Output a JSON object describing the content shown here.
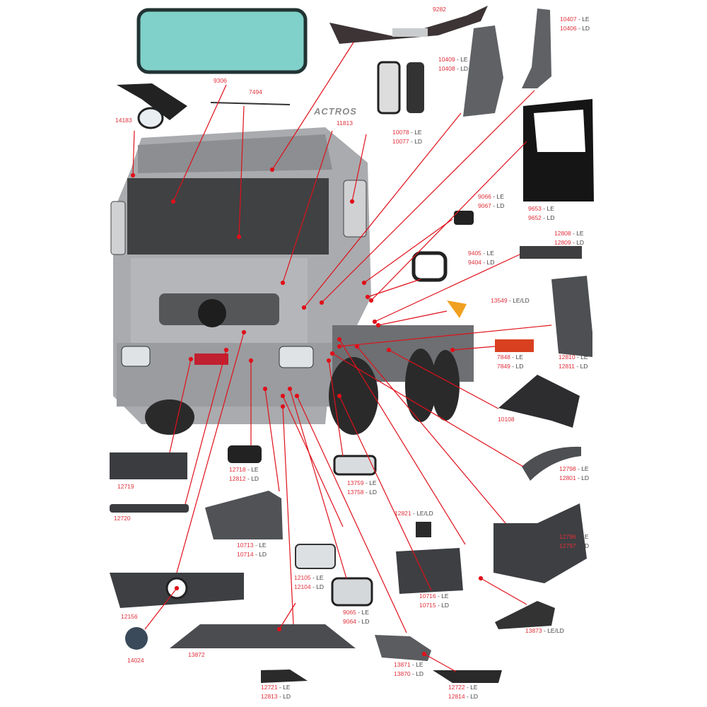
{
  "brand_logo": "ACTROS",
  "colors": {
    "label_code": "#e0303a",
    "leader_line": "#e0101a",
    "part": "#4a4c50",
    "cab": "#a9abae"
  },
  "labels": [
    {
      "id": "windshield",
      "lines": [
        {
          "code": "9306",
          "side": ""
        }
      ]
    },
    {
      "id": "sun-visor",
      "lines": [
        {
          "code": "9282",
          "side": ""
        }
      ]
    },
    {
      "id": "wiper-blade",
      "lines": [
        {
          "code": "7494",
          "side": ""
        }
      ]
    },
    {
      "id": "wide-angle-mirror",
      "lines": [
        {
          "code": "14183",
          "side": ""
        }
      ]
    },
    {
      "id": "actros-emblem",
      "lines": [
        {
          "code": "11813",
          "side": ""
        }
      ]
    },
    {
      "id": "rear-view-mirror",
      "lines": [
        {
          "code": "10078",
          "side": " - LE"
        },
        {
          "code": "10077",
          "side": " - LD"
        }
      ]
    },
    {
      "id": "corner-deflector-upper",
      "lines": [
        {
          "code": "10409",
          "side": " - LE"
        },
        {
          "code": "10408",
          "side": " - LD"
        }
      ]
    },
    {
      "id": "corner-deflector",
      "lines": [
        {
          "code": "10407",
          "side": " - LE"
        },
        {
          "code": "10406",
          "side": " - LD"
        }
      ]
    },
    {
      "id": "door-handle",
      "lines": [
        {
          "code": "9066",
          "side": " - LE"
        },
        {
          "code": "9067",
          "side": " - LD"
        }
      ]
    },
    {
      "id": "door",
      "lines": [
        {
          "code": "9653",
          "side": " - LE"
        },
        {
          "code": "9652",
          "side": " - LD"
        }
      ]
    },
    {
      "id": "door-trim",
      "lines": [
        {
          "code": "12808",
          "side": " - LE"
        },
        {
          "code": "12809",
          "side": " - LD"
        }
      ]
    },
    {
      "id": "window-frame",
      "lines": [
        {
          "code": "9405",
          "side": " - LE"
        },
        {
          "code": "9404",
          "side": " - LD"
        }
      ]
    },
    {
      "id": "side-marker-lamp",
      "lines": [
        {
          "code": "13549",
          "side": " - LE/LD"
        }
      ]
    },
    {
      "id": "tail-lamp",
      "lines": [
        {
          "code": "7848",
          "side": " - LE"
        },
        {
          "code": "7849",
          "side": " - LD"
        }
      ]
    },
    {
      "id": "mudguard",
      "lines": [
        {
          "code": "12810",
          "side": " - LE"
        },
        {
          "code": "12811",
          "side": " - LD"
        }
      ]
    },
    {
      "id": "battery-cover",
      "lines": [
        {
          "code": "10108",
          "side": ""
        }
      ]
    },
    {
      "id": "fender-arch",
      "lines": [
        {
          "code": "12798",
          "side": " - LE"
        },
        {
          "code": "12801",
          "side": " - LD"
        }
      ]
    },
    {
      "id": "plate-bracket",
      "lines": [
        {
          "code": "12719",
          "side": ""
        }
      ]
    },
    {
      "id": "fog-lamp-bezel",
      "lines": [
        {
          "code": "12718",
          "side": " - LE"
        },
        {
          "code": "12812",
          "side": " - LD"
        }
      ]
    },
    {
      "id": "fog-lamp",
      "lines": [
        {
          "code": "13759",
          "side": " - LE"
        },
        {
          "code": "13758",
          "side": " - LD"
        }
      ]
    },
    {
      "id": "bumper-trim-strip",
      "lines": [
        {
          "code": "12720",
          "side": ""
        }
      ]
    },
    {
      "id": "step-bracket",
      "lines": [
        {
          "code": "12821",
          "side": " - LE/LD"
        }
      ]
    },
    {
      "id": "bumper-corner",
      "lines": [
        {
          "code": "10713",
          "side": " - LE"
        },
        {
          "code": "10714",
          "side": " - LD"
        }
      ]
    },
    {
      "id": "step-housing",
      "lines": [
        {
          "code": "12796",
          "side": " - LE"
        },
        {
          "code": "12797",
          "side": " - LD"
        }
      ]
    },
    {
      "id": "headlamp",
      "lines": [
        {
          "code": "12105",
          "side": " - LE"
        },
        {
          "code": "12104",
          "side": " - LD"
        }
      ]
    },
    {
      "id": "lower-step",
      "lines": [
        {
          "code": "10716",
          "side": " - LE"
        },
        {
          "code": "10715",
          "side": " - LD"
        }
      ]
    },
    {
      "id": "headlamp-alt",
      "lines": [
        {
          "code": "9065",
          "side": " - LE"
        },
        {
          "code": "9064",
          "side": " - LD"
        }
      ]
    },
    {
      "id": "front-grille",
      "lines": [
        {
          "code": "12156",
          "side": ""
        }
      ]
    },
    {
      "id": "step-plate",
      "lines": [
        {
          "code": "13873",
          "side": " - LE/LD"
        }
      ]
    },
    {
      "id": "star-emblem",
      "lines": [
        {
          "code": "14024",
          "side": ""
        }
      ]
    },
    {
      "id": "lower-bumper-spoiler",
      "lines": [
        {
          "code": "13872",
          "side": ""
        }
      ]
    },
    {
      "id": "bumper-end",
      "lines": [
        {
          "code": "13871",
          "side": " - LE"
        },
        {
          "code": "13870",
          "side": " - LD"
        }
      ]
    },
    {
      "id": "spoiler-cover",
      "lines": [
        {
          "code": "12721",
          "side": " - LE"
        },
        {
          "code": "12813",
          "side": " - LD"
        }
      ]
    },
    {
      "id": "bumper-grille",
      "lines": [
        {
          "code": "12722",
          "side": " - LE"
        },
        {
          "code": "12814",
          "side": " - LD"
        }
      ]
    }
  ]
}
